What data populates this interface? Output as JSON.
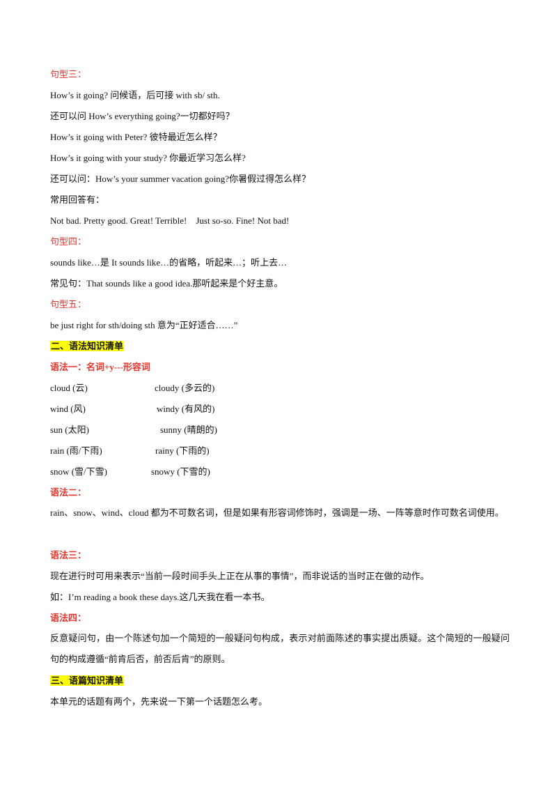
{
  "section_pattern3": {
    "heading": "句型三：",
    "lines": [
      "How’s it going?  问候语，后可接 with sb/ sth.",
      "还可以问 How’s everything going?一切都好吗？",
      "How’s it going with Peter?  彼特最近怎么样？",
      "How’s it going with your study?  你最近学习怎么样?",
      "还可以问：How’s your summer vacation going?你暑假过得怎么样？",
      "常用回答有：",
      "Not bad. Pretty good. Great! Terrible!    Just so-so. Fine! Not bad!"
    ]
  },
  "section_pattern4": {
    "heading": "句型四：",
    "lines": [
      "sounds like…是 It sounds like…的省略，听起来…；听上去…",
      "常见句：That sounds like a good idea.那听起来是个好主意。"
    ]
  },
  "section_pattern5": {
    "heading": "句型五：",
    "lines": [
      "be just right for sth/doing sth 意为“正好适合……”"
    ]
  },
  "grammar_list": {
    "heading": "二、语法知识清单",
    "g1_heading": "语法一：名词+y---形容词",
    "words": [
      {
        "noun": "cloud (云)",
        "adj": "cloudy (多云的)"
      },
      {
        "noun": "wind (风)",
        "adj": "windy (有风的)"
      },
      {
        "noun": "sun (太阳)",
        "adj": "sunny (晴朗的)"
      },
      {
        "noun": "rain (雨/下雨)",
        "adj": "rainy (下雨的)"
      },
      {
        "noun": "snow (雪/下雪)",
        "adj": "snowy (下雪的)"
      }
    ],
    "g2_heading": "语法二：",
    "g2_text": "rain、snow、wind、cloud 都为不可数名词，但是如果有形容词修饰时，强调是一场、一阵等意时作可数名词使用。",
    "g3_heading": "语法三：",
    "g3_lines": [
      "现在进行时可用来表示“当前一段时间手头上正在从事的事情”，而非说话的当时正在做的动作。",
      "如：I’m reading a book these days.这几天我在看一本书。"
    ],
    "g4_heading": "语法四：",
    "g4_text": "反意疑问句，由一个陈述句加一个简短的一般疑问句构成，表示对前面陈述的事实提出质疑。这个简短的一般疑问句的构成遵循“前肯后否，前否后肯”的原则。"
  },
  "text_list": {
    "heading": "三、语篇知识清单",
    "line": "本单元的话题有两个，先来说一下第一个话题怎么考。"
  }
}
